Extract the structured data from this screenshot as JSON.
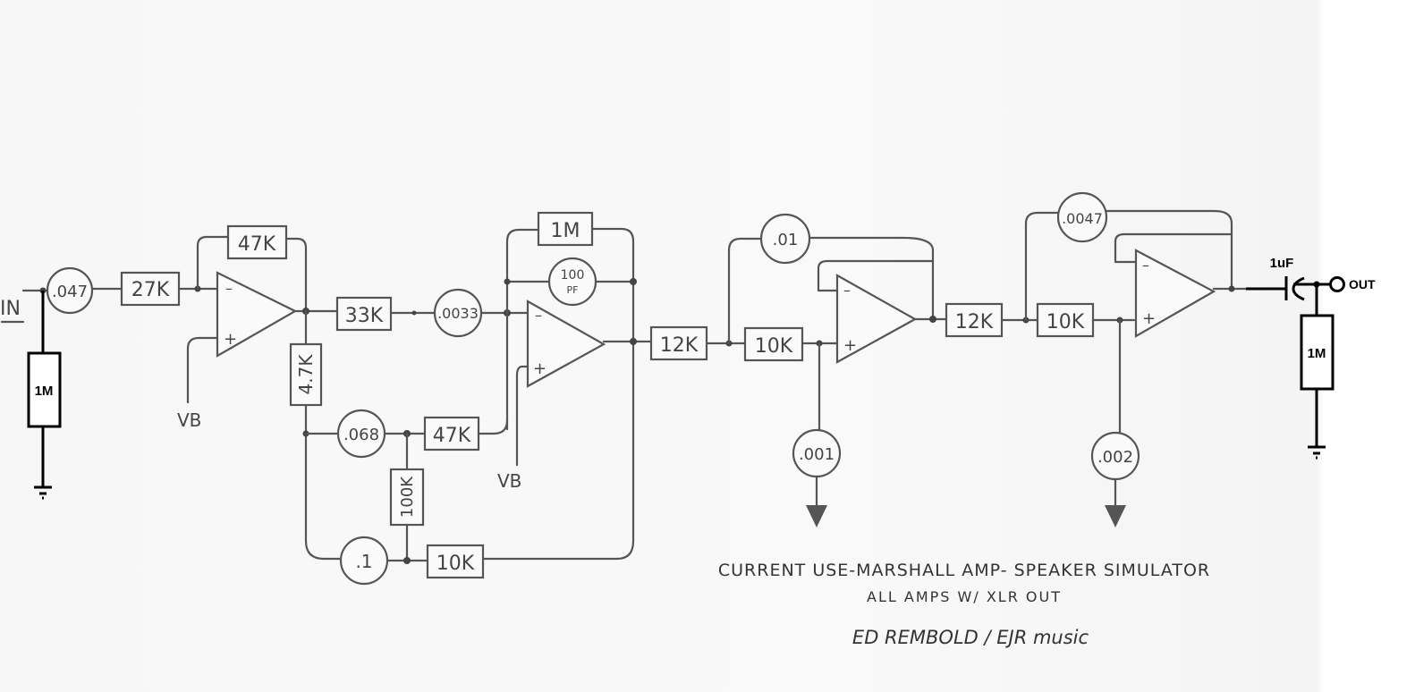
{
  "labels": {
    "input": "IN",
    "output": "OUT",
    "vb1": "VB",
    "vb2": "VB"
  },
  "components": {
    "c_in": ".047",
    "r_in_shunt": "1M",
    "r1": "27K",
    "r_fb1": "47K",
    "r_4k7": "4.7K",
    "r_33k": "33K",
    "c_0033": ".0033",
    "r_fb2": "1M",
    "c_100pf_top": "100",
    "c_100pf_bottom": "PF",
    "c_068": ".068",
    "r_47k_b": "47K",
    "r_100k": "100K",
    "c_1": ".1",
    "r_10k_loop": "10K",
    "r_12k_a": "12K",
    "r_10k_a": "10K",
    "c_01": ".01",
    "c_001": ".001",
    "r_12k_b": "12K",
    "r_10k_b": "10K",
    "c_0047": ".0047",
    "c_002": ".002",
    "c_out": "1uF",
    "r_out_shunt": "1M"
  },
  "notes": {
    "line1": "CURRENT USE-MARSHALL AMP- SPEAKER SIMULATOR",
    "line2": "ALL AMPS W/ XLR OUT",
    "line3": "ED REMBOLD / EJR music"
  }
}
